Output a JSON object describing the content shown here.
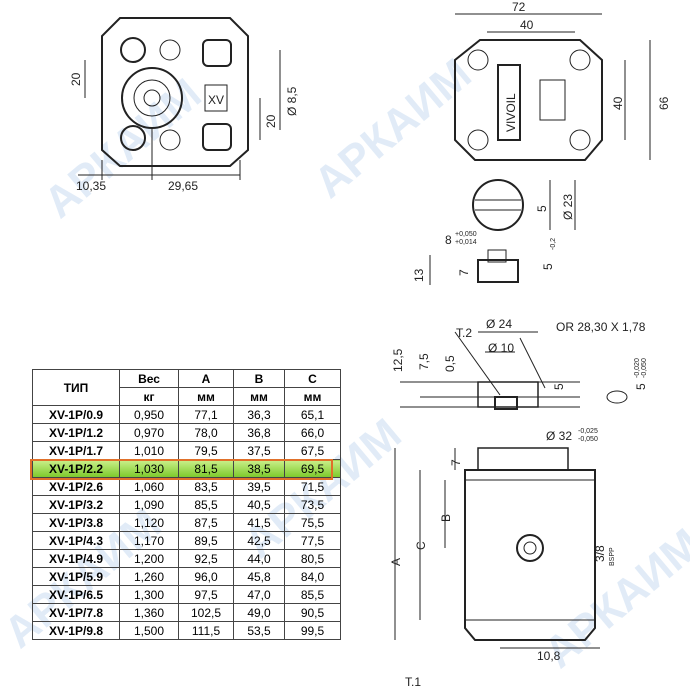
{
  "watermark": "АРКАИМ",
  "front_view": {
    "dim_20_left": "20",
    "dim_20_right": "20",
    "dim_d85": "Ø 8,5",
    "dim_1035": "10,35",
    "dim_2965": "29,65",
    "plate_text": "XV"
  },
  "side_view": {
    "dim_72": "72",
    "dim_40_top": "40",
    "dim_40_side": "40",
    "dim_66": "66",
    "brand": "VIVOIL"
  },
  "shaft": {
    "dim_5": "5",
    "dim_d23": "Ø 23",
    "key_width": "8",
    "key_tol_upper": "+0,050",
    "key_tol_lower": "+0,014",
    "dim_13": "13",
    "dim_7": "7",
    "dim_5_key": "5",
    "dim_5_tol": "-0,2"
  },
  "flange_section": {
    "t2": "T.2",
    "d24": "Ø 24",
    "d10": "Ø 10",
    "oring": "OR 28,30 X 1,78",
    "dim_125": "12,5",
    "dim_75": "7,5",
    "dim_05": "0,5",
    "dim_5": "5",
    "dim_5_key": "5",
    "key_tol_upper": "-0,020",
    "key_tol_lower": "-0,050",
    "d32": "Ø 32",
    "d32_tol_upper": "-0,025",
    "d32_tol_lower": "-0,050"
  },
  "body_view": {
    "dim_a": "A",
    "dim_c": "C",
    "dim_b": "B",
    "dim_7": "7",
    "port": "3/8",
    "port_thread": "BSPP",
    "dim_108": "10,8",
    "t1": "T.1"
  },
  "table": {
    "headers": {
      "type": "ТИП",
      "weight": "Вес",
      "a": "A",
      "b": "B",
      "c": "C",
      "weight_unit": "кг",
      "a_unit": "мм",
      "b_unit": "мм",
      "c_unit": "мм"
    },
    "highlighted_row": "XV-1P/2.2",
    "rows": [
      [
        "XV-1P/0.9",
        "0,950",
        "77,1",
        "36,3",
        "65,1"
      ],
      [
        "XV-1P/1.2",
        "0,970",
        "78,0",
        "36,8",
        "66,0"
      ],
      [
        "XV-1P/1.7",
        "1,010",
        "79,5",
        "37,5",
        "67,5"
      ],
      [
        "XV-1P/2.2",
        "1,030",
        "81,5",
        "38,5",
        "69,5"
      ],
      [
        "XV-1P/2.6",
        "1,060",
        "83,5",
        "39,5",
        "71,5"
      ],
      [
        "XV-1P/3.2",
        "1,090",
        "85,5",
        "40,5",
        "73,5"
      ],
      [
        "XV-1P/3.8",
        "1,120",
        "87,5",
        "41,5",
        "75,5"
      ],
      [
        "XV-1P/4.3",
        "1,170",
        "89,5",
        "42,5",
        "77,5"
      ],
      [
        "XV-1P/4.9",
        "1,200",
        "92,5",
        "44,0",
        "80,5"
      ],
      [
        "XV-1P/5.9",
        "1,260",
        "96,0",
        "45,8",
        "84,0"
      ],
      [
        "XV-1P/6.5",
        "1,300",
        "97,5",
        "47,0",
        "85,5"
      ],
      [
        "XV-1P/7.8",
        "1,360",
        "102,5",
        "49,0",
        "90,5"
      ],
      [
        "XV-1P/9.8",
        "1,500",
        "111,5",
        "53,5",
        "99,5"
      ]
    ]
  }
}
